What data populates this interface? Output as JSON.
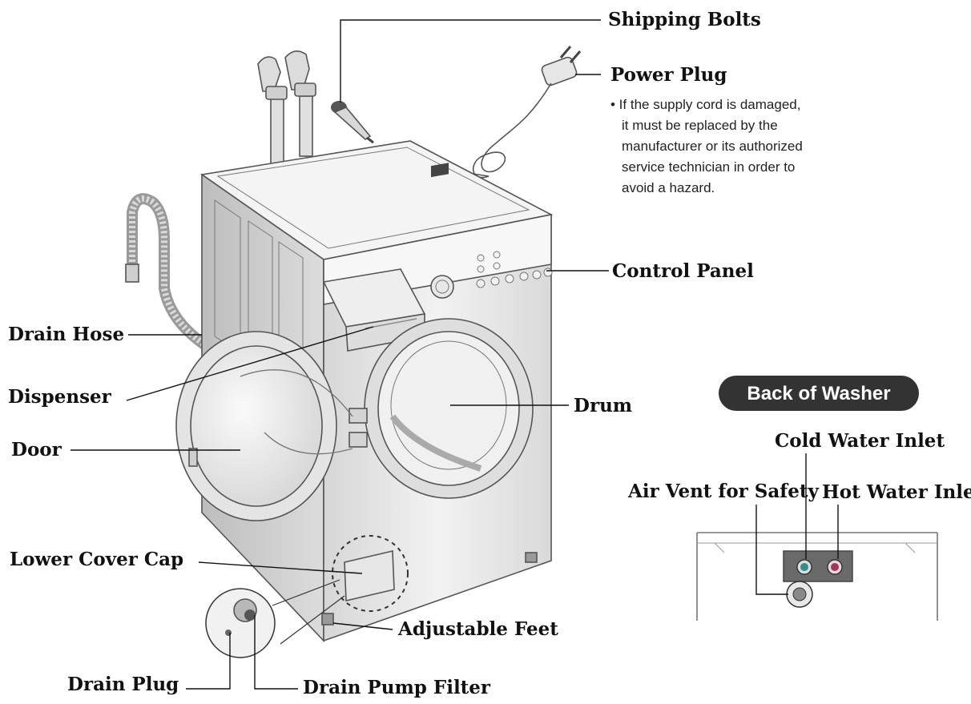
{
  "labels": {
    "shipping_bolts": "Shipping Bolts",
    "power_plug": "Power Plug",
    "control_panel": "Control Panel",
    "drain_hose": "Drain Hose",
    "dispenser": "Dispenser",
    "door": "Door",
    "drum": "Drum",
    "lower_cover_cap": "Lower Cover Cap",
    "adjustable_feet": "Adjustable Feet",
    "drain_plug": "Drain Plug",
    "drain_pump_filter": "Drain Pump Filter"
  },
  "power_plug_note": {
    "line1": "• If the supply cord is damaged,",
    "line2": "it must be replaced by the",
    "line3": "manufacturer or its authorized",
    "line4": "service technician in order to",
    "line5": "avoid a hazard."
  },
  "back_of_washer": {
    "badge": "Back of Washer",
    "cold_water_inlet": "Cold Water Inlet",
    "hot_water_inlet": "Hot Water Inlet",
    "air_vent": "Air Vent for Safety"
  },
  "colors": {
    "badge_bg": "#333333",
    "cold_inlet": "#2e8f8f",
    "hot_inlet": "#b0305a",
    "washer_body": "#e9e9e9",
    "washer_shade": "#cfcfcf"
  },
  "icons": {
    "washer": "front-load-washer-illustration",
    "faucet": "faucet-icon",
    "plug": "power-plug-icon"
  }
}
